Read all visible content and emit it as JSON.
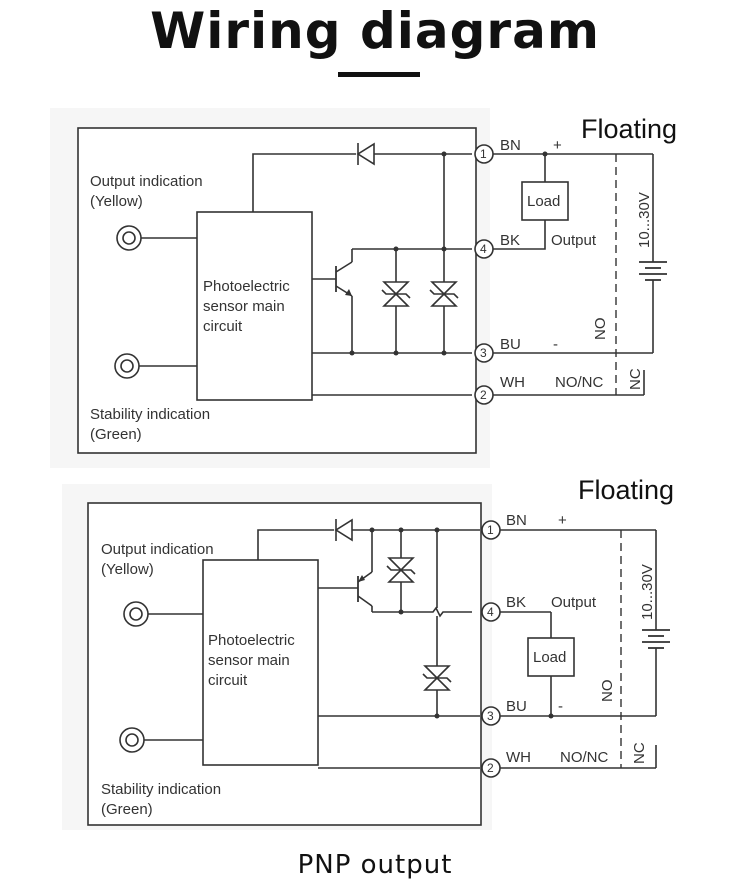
{
  "title": "Wiring diagram",
  "caption": "PNP output",
  "colors": {
    "line": "#333333",
    "text": "#111111",
    "background": "#ffffff"
  },
  "diagrams": [
    {
      "floating": "Floating",
      "output_indication": [
        "Output indication",
        "(Yellow)"
      ],
      "stability_indication": [
        "Stability indication",
        "(Green)"
      ],
      "main_circuit": [
        "Photoelectric",
        "sensor main",
        "circuit"
      ],
      "load": "Load",
      "voltage": "10...30V",
      "pins": [
        {
          "num": "1",
          "wire": "BN",
          "sign": "+"
        },
        {
          "num": "4",
          "wire": "BK",
          "sign": "Output"
        },
        {
          "num": "3",
          "wire": "BU",
          "sign": "-"
        },
        {
          "num": "2",
          "wire": "WH",
          "sign": "NO/NC"
        }
      ],
      "side_labels": {
        "no": "NO",
        "nc": "NC"
      }
    },
    {
      "floating": "Floating",
      "output_indication": [
        "Output indication",
        "(Yellow)"
      ],
      "stability_indication": [
        "Stability indication",
        "(Green)"
      ],
      "main_circuit": [
        "Photoelectric",
        "sensor main",
        "circuit"
      ],
      "load": "Load",
      "voltage": "10...30V",
      "pins": [
        {
          "num": "1",
          "wire": "BN",
          "sign": "+"
        },
        {
          "num": "4",
          "wire": "BK",
          "sign": "Output"
        },
        {
          "num": "3",
          "wire": "BU",
          "sign": "-"
        },
        {
          "num": "2",
          "wire": "WH",
          "sign": "NO/NC"
        }
      ],
      "side_labels": {
        "no": "NO",
        "nc": "NC"
      }
    }
  ]
}
